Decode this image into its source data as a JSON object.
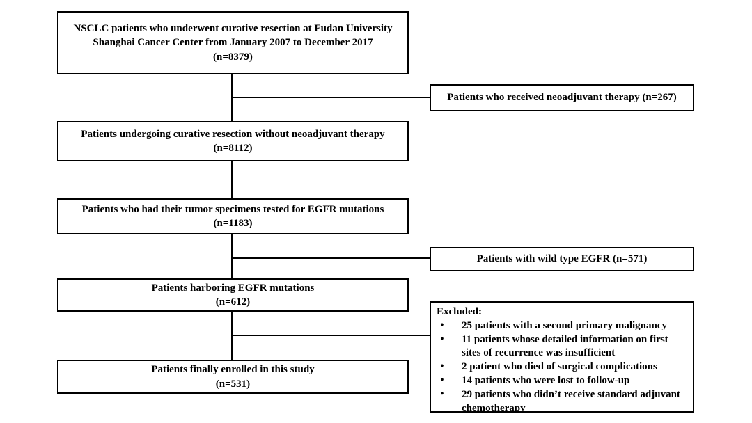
{
  "flowchart": {
    "colors": {
      "border": "#000000",
      "background": "#ffffff",
      "text": "#000000"
    },
    "boxes": {
      "initial": {
        "line1": "NSCLC patients who underwent curative resection at Fudan University",
        "line2": "Shanghai Cancer Center from January 2007 to December 2017",
        "n": "(n=8379)"
      },
      "neoadjuvant": {
        "text": "Patients who received neoadjuvant therapy (n=267)"
      },
      "no_neoadjuvant": {
        "text": "Patients undergoing curative resection without neoadjuvant therapy",
        "n": "(n=8112)"
      },
      "egfr_tested": {
        "text": "Patients who had their tumor specimens tested for EGFR mutations",
        "n": "(n=1183)"
      },
      "wild_type": {
        "text": "Patients with wild type EGFR (n=571)"
      },
      "egfr_mutations": {
        "text": "Patients harboring EGFR mutations",
        "n": "(n=612)"
      },
      "excluded": {
        "title": "Excluded:",
        "bullet": "•",
        "items": [
          "25 patients with a second primary malignancy",
          "11 patients whose detailed information on first sites of recurrence was insufficient",
          "2 patient who died of surgical complications",
          "14 patients who were lost to follow-up",
          "29 patients who didn’t receive standard adjuvant chemotherapy"
        ]
      },
      "enrolled": {
        "text": "Patients finally enrolled in this study",
        "n": "(n=531)"
      }
    }
  }
}
